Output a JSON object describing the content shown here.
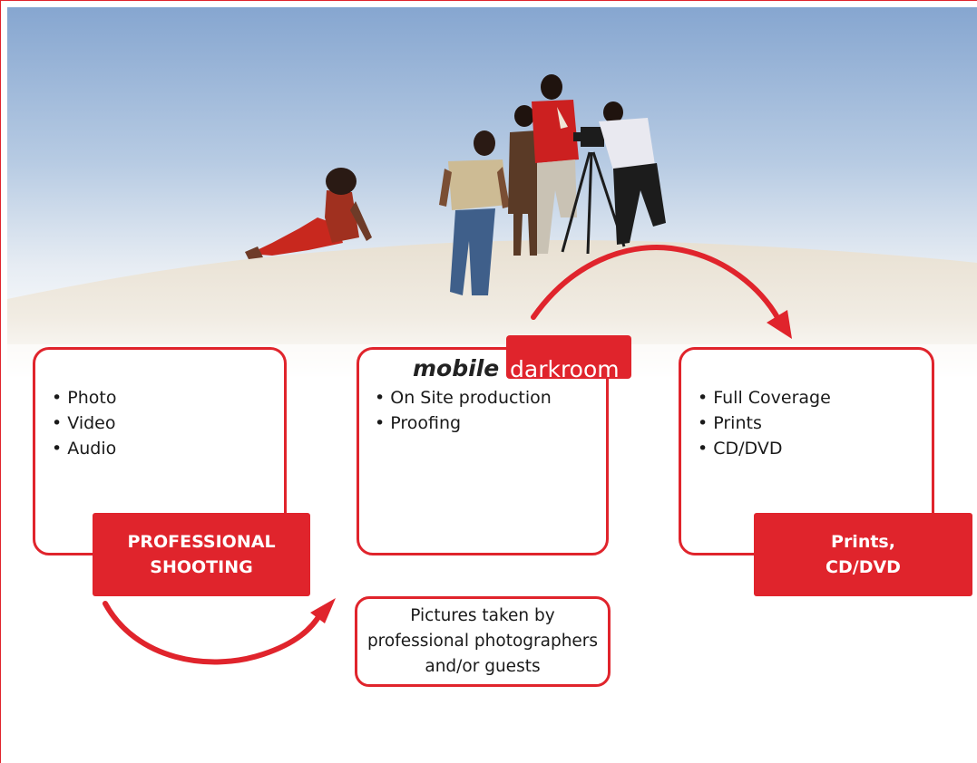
{
  "colors": {
    "accent_red": "#e0242c",
    "sky_top": "#86a6d0",
    "sand": "#ebe5da",
    "text_dark": "#1a1a1a"
  },
  "shooting": {
    "items": [
      "Photo",
      "Video",
      "Audio"
    ],
    "label": "PROFESSIONAL\nSHOOTING"
  },
  "darkroom": {
    "logo_word1": "mobile",
    "logo_word2": "darkroom",
    "items": [
      "On Site production",
      "Proofing"
    ]
  },
  "delivery": {
    "items": [
      "Full Coverage",
      "Prints",
      "CD/DVD"
    ],
    "label": "Prints,\nCD/DVD"
  },
  "note": {
    "text": "Pictures taken by\nprofessional photographers\nand/or guests"
  }
}
